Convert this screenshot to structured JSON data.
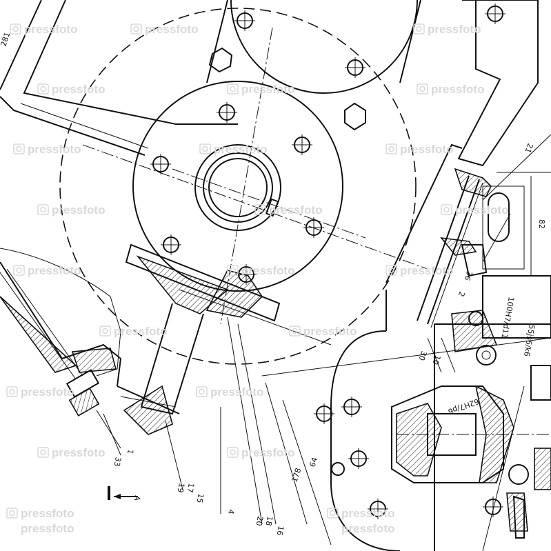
{
  "drawing": {
    "dimension_labels": {
      "d281": "281",
      "d82": "82",
      "d21": "21",
      "d36": "36",
      "d2": "2",
      "d100": "100H7/d11",
      "d55": "55js6/k6",
      "d62": "62H7/p6",
      "d30": "30",
      "d10": "10",
      "d64": "64",
      "d178": "178",
      "d1": "1",
      "d33": "33",
      "d19": "19",
      "d17": "17",
      "d15": "15",
      "d4": "4",
      "d20": "20",
      "d18": "18",
      "d16": "16",
      "sectionA": "A"
    },
    "watermark": "pressfoto"
  }
}
